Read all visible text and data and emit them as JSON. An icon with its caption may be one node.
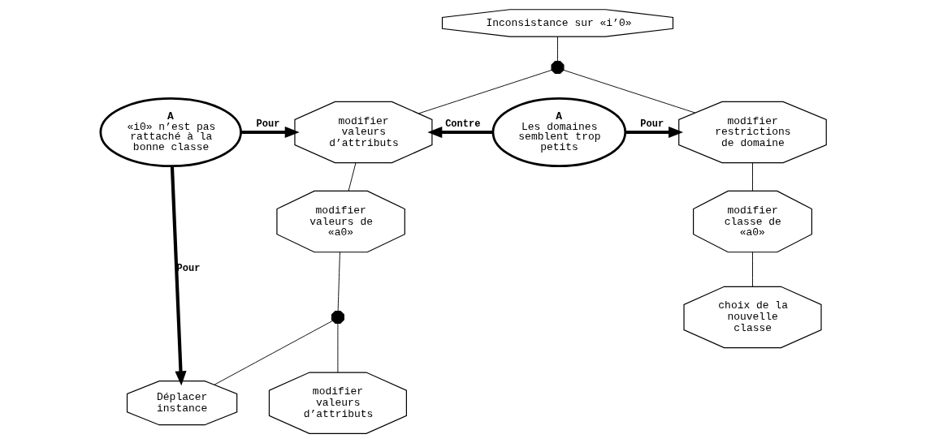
{
  "diagram": {
    "nodes": [
      {
        "text": [
          "Inconsistance sur «i’0»"
        ]
      },
      {
        "text": [],
        "shape": "octagon"
      },
      {
        "text": [
          "A",
          "«i0» n’est pas rattaché à la bonne classe"
        ]
      },
      {
        "text": [
          "modifier valeurs d’attributs"
        ]
      },
      {
        "text": [
          "modifier restrictions de domaine"
        ]
      },
      {
        "text": [
          "A",
          "Les domaines semblent trop petits"
        ]
      },
      {
        "text": [
          "modifier valeurs de «a0»"
        ]
      },
      {
        "text": [
          "modifier classe de «a0»"
        ]
      },
      {
        "text": [],
        "shape": "octagon"
      },
      {
        "text": [
          "Déplacer instance"
        ]
      },
      {
        "text": [
          "modifier valeurs d’attributs"
        ]
      },
      {
        "text": [
          "choix de la nouvelle classe"
        ]
      }
    ],
    "edges": [
      {
        "from": 0,
        "to": 1,
        "arrow": "none"
      },
      {
        "from": 1,
        "to": 3,
        "arrow": "none"
      },
      {
        "from": 1,
        "to": 4,
        "arrow": "none"
      },
      {
        "from": 2,
        "to": 3,
        "arrow": "to",
        "label": "Pour",
        "style": "thick"
      },
      {
        "from": 5,
        "to": 3,
        "arrow": "to",
        "label": "Contre",
        "style": "thick"
      },
      {
        "from": 5,
        "to": 4,
        "arrow": "to",
        "label": "Pour",
        "style": "thick"
      },
      {
        "from": 3,
        "to": 6,
        "arrow": "none"
      },
      {
        "from": 4,
        "to": 7,
        "arrow": "none"
      },
      {
        "from": 6,
        "to": 8,
        "arrow": "none"
      },
      {
        "from": 8,
        "to": 9,
        "arrow": "none"
      },
      {
        "from": 8,
        "to": 10,
        "arrow": "none"
      },
      {
        "from": 2,
        "to": 9,
        "arrow": "to",
        "label": "Pour",
        "style": "thick"
      },
      {
        "from": 7,
        "to": 11,
        "arrow": "none"
      }
    ]
  }
}
